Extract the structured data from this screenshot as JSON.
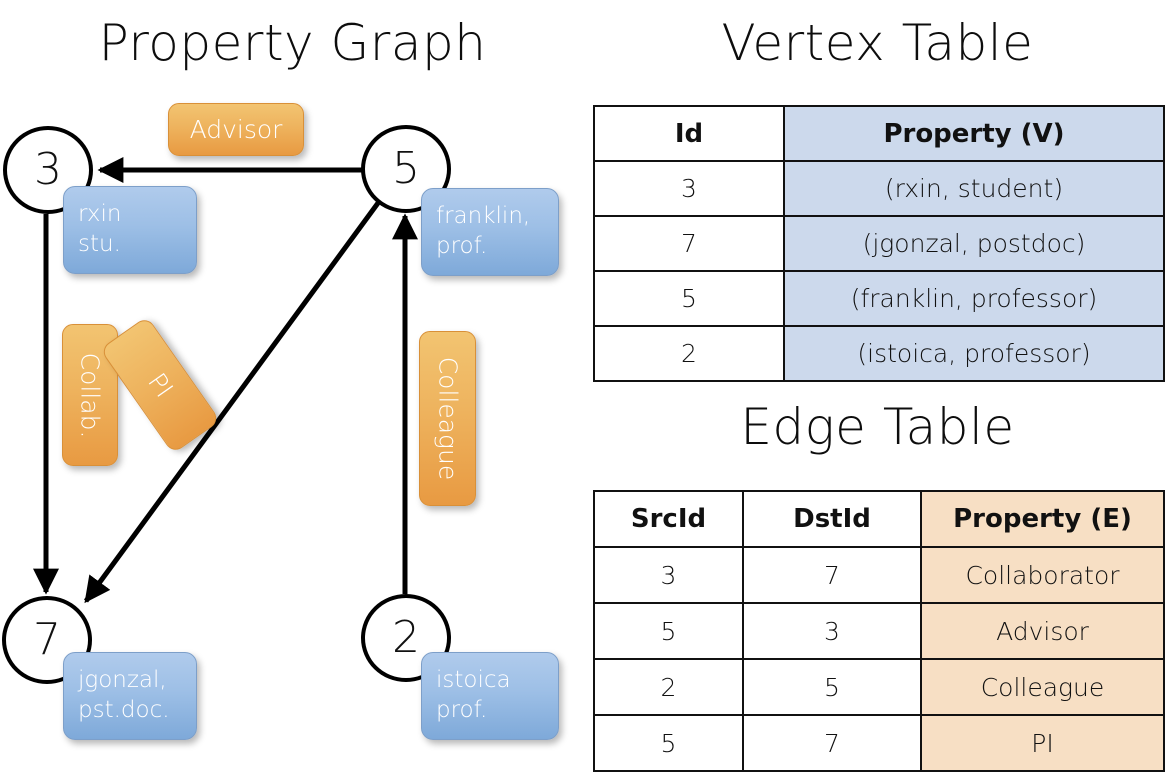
{
  "titles": {
    "property_graph": "Property Graph",
    "vertex_table": "Vertex Table",
    "edge_table": "Edge Table"
  },
  "graph": {
    "vertices": [
      {
        "id": "3",
        "label_line1": "rxin",
        "label_line2": "stu."
      },
      {
        "id": "5",
        "label_line1": "franklin,",
        "label_line2": "prof."
      },
      {
        "id": "7",
        "label_line1": "jgonzal,",
        "label_line2": "pst.doc."
      },
      {
        "id": "2",
        "label_line1": "istoica",
        "label_line2": "prof."
      }
    ],
    "edge_labels": [
      {
        "name": "advisor",
        "text": "Advisor"
      },
      {
        "name": "collab",
        "text": "Collab."
      },
      {
        "name": "pi",
        "text": "PI"
      },
      {
        "name": "colleague",
        "text": "Colleague"
      }
    ]
  },
  "vertex_table": {
    "headers": [
      "Id",
      "Property (V)"
    ],
    "rows": [
      {
        "id": "3",
        "property": "(rxin, student)"
      },
      {
        "id": "7",
        "property": "(jgonzal, postdoc)"
      },
      {
        "id": "5",
        "property": "(franklin, professor)"
      },
      {
        "id": "2",
        "property": "(istoica, professor)"
      }
    ]
  },
  "edge_table": {
    "headers": [
      "SrcId",
      "DstId",
      "Property (E)"
    ],
    "rows": [
      {
        "src": "3",
        "dst": "7",
        "property": "Collaborator"
      },
      {
        "src": "5",
        "dst": "3",
        "property": "Advisor"
      },
      {
        "src": "2",
        "dst": "5",
        "property": "Colleague"
      },
      {
        "src": "5",
        "dst": "7",
        "property": "PI"
      }
    ]
  },
  "colors": {
    "vertex_property_fill": "#9dbfe6",
    "edge_label_fill": "#eeb35e",
    "vertex_table_highlight": "#ccd9ec",
    "edge_table_highlight": "#f7dfc4",
    "stroke": "#000000",
    "background": "#ffffff"
  }
}
